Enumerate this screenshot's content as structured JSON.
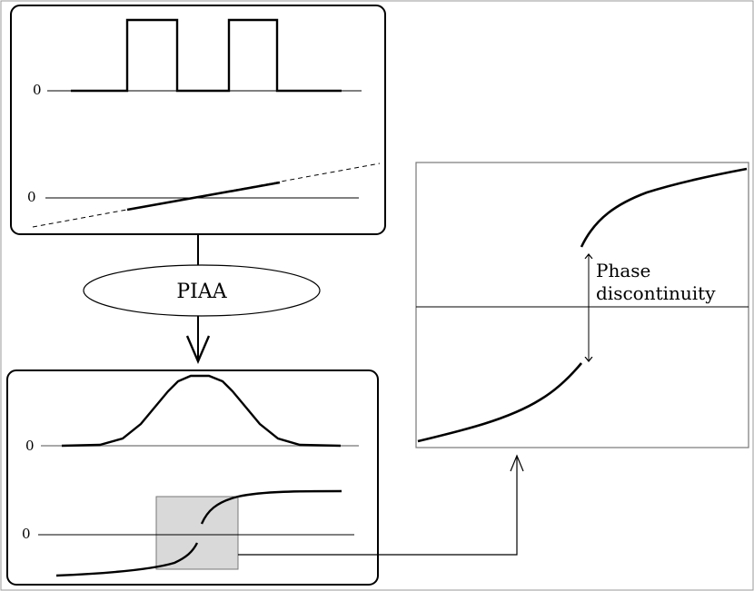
{
  "top_panel": {
    "zero_label_upper": "0",
    "zero_label_lower": "0"
  },
  "transform": {
    "label": "PIAA"
  },
  "bottom_panel": {
    "zero_label_upper": "0",
    "zero_label_lower": "0"
  },
  "zoom_panel": {
    "annotation_line1": "Phase",
    "annotation_line2": "discontinuity"
  }
}
